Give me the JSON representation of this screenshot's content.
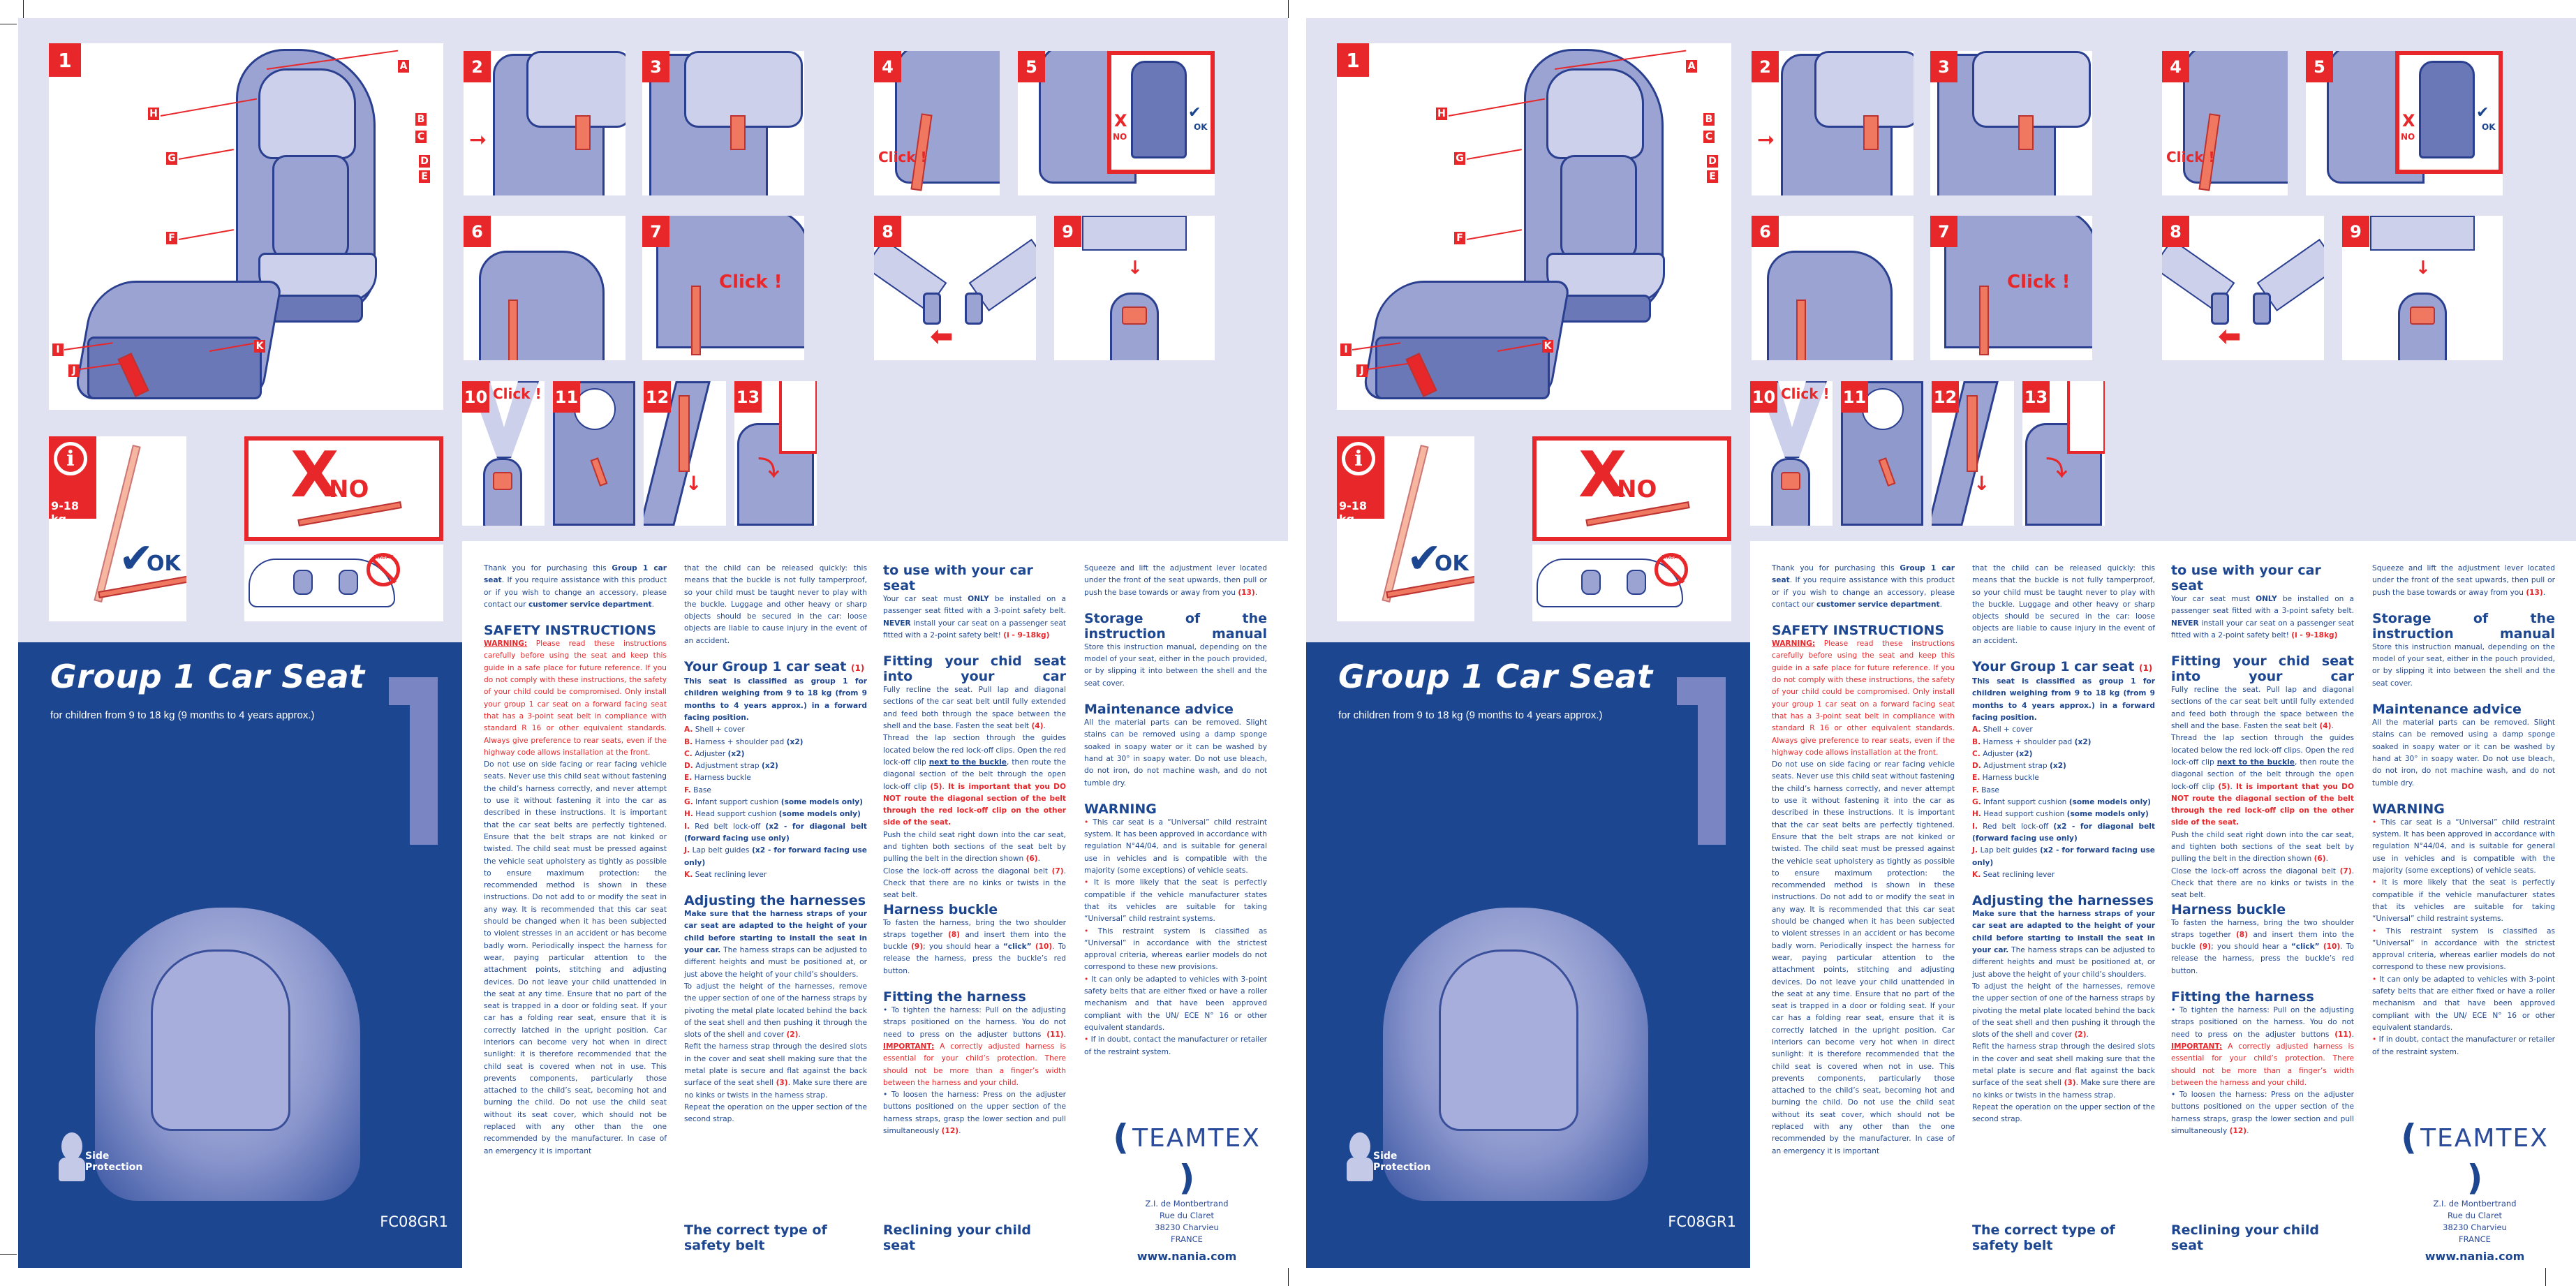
{
  "cover": {
    "title": "Group 1 Car Seat",
    "subtitle": "for children from 9 to 18 kg (9 months to 4 years approx.)",
    "big_number": "1",
    "side_protection_line1": "Side",
    "side_protection_line2": "Protection",
    "model_code": "FC08GR1"
  },
  "diagram": {
    "step1_number": "1",
    "part_labels": [
      "A",
      "B",
      "C",
      "D",
      "E",
      "F",
      "G",
      "H",
      "I",
      "J",
      "K"
    ],
    "info_icon": "i",
    "weight_range": "9-18 kg",
    "ok_label": "OK",
    "no_label": "NO",
    "airbag_label": "AIRBAG",
    "steps": [
      "2",
      "3",
      "4",
      "5",
      "6",
      "7",
      "8",
      "9",
      "10",
      "11",
      "12",
      "13"
    ],
    "click_label": "Click !",
    "step5_no": "NO",
    "step5_ok": "OK"
  },
  "col1": {
    "intro_pre": "Thank you for purchasing this ",
    "intro_bold1": "Group 1 car seat",
    "intro_mid": ". If you require assistance with this product or if you wish to change an accessory, please contact our ",
    "intro_bold2": "customer service department",
    "intro_end": ".",
    "safety_heading": "SAFETY INSTRUCTIONS",
    "warning_label": "WARNING:",
    "warning_text": " Please read these instructions carefully before using the seat and keep this guide in a safe place for future reference. If you do not comply with these instructions, the safety of your child could be compromised. Only install your group 1 car seat on a forward facing seat that has a 3-point seat belt in compliance with standard R 16 or other equivalent standards. Always give preference to rear seats, even if the highway code allows installation at the front.",
    "safety_body": "Do not use on side facing or rear facing vehicle seats. Never use this child seat without fastening the child’s harness correctly, and never attempt to use it without fastening it into the car as described in these instructions. It is important that the car seat belts are perfectly tightened. Ensure that the belt straps are not kinked or twisted. The child seat must be pressed against the vehicle seat upholstery as tightly as possible to ensure maximum protection: the recommended method is shown in these instructions. Do not add to or modify the seat in any way. It is recommended that this car seat should be changed when it has been subjected to violent stresses in an accident or has become badly worn. Periodically inspect the harness for wear, paying particular attention to the attachment points, stitching and adjusting devices. Do not leave your child unattended in the seat at any time. Ensure that no part of the seat is trapped in a door or folding seat. If your car has a folding rear seat, ensure that it is correctly latched in the upright position. Car interiors can become very hot when in direct sunlight: it is therefore recommended that the child seat is covered when not in use. This prevents components, particularly those attached to the child’s seat, becoming hot and burning the child. Do not use the child seat without its seat cover, which should not be replaced with any other than the one recommended by the manufacturer. In case of an emergency it is important"
  },
  "col2": {
    "continued": "that the child can be released quickly: this means that the buckle is not fully tamperproof, so your child must be taught never to play with the buckle. Luggage and other heavy or sharp objects should be secured in the car: loose objects are liable to cause injury in the event of an accident.",
    "your_seat_heading": "Your Group 1 car seat",
    "your_seat_ref": "(1)",
    "your_seat_lead": "This seat is classified as group 1 for children weighing from 9 to 18 kg (from 9 months to 4 years approx.) in a forward facing position.",
    "parts": [
      {
        "letter": "A.",
        "text": "Shell + cover",
        "extra": ""
      },
      {
        "letter": "B.",
        "text": "Harness + shoulder pad ",
        "extra": "(x2)"
      },
      {
        "letter": "C.",
        "text": "Adjuster ",
        "extra": "(x2)"
      },
      {
        "letter": "D.",
        "text": "Adjustment strap ",
        "extra": "(x2)"
      },
      {
        "letter": "E.",
        "text": "Harness buckle",
        "extra": ""
      },
      {
        "letter": "F.",
        "text": "Base",
        "extra": ""
      },
      {
        "letter": "G.",
        "text": "Infant support cushion ",
        "extra": "(some models only)"
      },
      {
        "letter": "H.",
        "text": "Head support cushion ",
        "extra": "(some models only)"
      },
      {
        "letter": "I.",
        "text": "Red belt lock-off ",
        "extra": "(x2 - for diagonal belt (forward facing use only)"
      },
      {
        "letter": "J.",
        "text": "Lap belt guides ",
        "extra": "(x2 - for forward facing use only)"
      },
      {
        "letter": "K.",
        "text": "Seat reclining lever",
        "extra": ""
      }
    ],
    "adjust_heading": "Adjusting the harnesses",
    "adjust_lead": "Make sure that the harness straps of your car seat are adapted to the height of your child before starting to install the seat in your car.",
    "adjust_p1": " The harness straps can be adjusted to different heights and must be positioned at, or just above the height of your child’s shoulders.",
    "adjust_p2": "To adjust the height of the harnesses, remove the upper section of one of the harness straps by pivoting the metal plate located behind the back of the seat shell and then pushing it through the slots of the shell and cover ",
    "adjust_ref2": "(2)",
    "adjust_p3": "Refit the harness strap through the desired slots in the cover and seat shell making sure that the metal plate is secure and flat against the back surface of the seat shell ",
    "adjust_ref3": "(3)",
    "adjust_p3b": ". Make sure there are no kinks or twists in the harness strap.",
    "adjust_p4": "Repeat the operation on the upper section of the second strap.",
    "belt_heading": "The correct type of safety belt"
  },
  "col3": {
    "belt_heading_cont": "to use with your car seat",
    "belt_p1a": "Your car seat must ",
    "belt_only": "ONLY",
    "belt_p1b": " be installed on a passenger seat fitted with a 3-point safety belt. ",
    "belt_never": "NEVER",
    "belt_p1c": " install your car seat on a passenger seat fitted with a 2-point safety belt! ",
    "belt_ref": "(i - 9-18kg)",
    "fitting_heading": "Fitting your chid seat into your car",
    "fit_p1": "Fully recline the seat. Pull lap and diagonal sections of the car seat belt until fully extended and feed both through the space between the shell and the base. Fasten the seat belt ",
    "fit_ref4": "(4)",
    "fit_p2a": "Thread the lap section through the guides located below the red lock-off clips. Open the red lock-off clip ",
    "fit_p2u": "next to the buckle",
    "fit_p2b": ", then route the diagonal section of the belt through the open lock-off clip ",
    "fit_ref5": "(5)",
    "fit_p2red": " It is important that you DO NOT route the diagonal section of the belt through the red lock-off clip on the other side of the seat.",
    "fit_p3": "Push the child seat right down into the car seat, and tighten both sections of the seat belt by pulling the belt in the direction shown ",
    "fit_ref6": "(6)",
    "fit_p4": "Close the lock-off across the diagonal belt ",
    "fit_ref7": "(7)",
    "fit_p4b": ". Check that there are no kinks or twists in the seat belt.",
    "buckle_heading": "Harness buckle",
    "buckle_p1": "To fasten the harness, bring the two shoulder straps together ",
    "buckle_ref8": "(8)",
    "buckle_p2": " and insert them into the buckle ",
    "buckle_ref9": "(9)",
    "buckle_p3": "; you should hear a ",
    "buckle_click": "“click”",
    "buckle_ref10": "(10)",
    "buckle_p4": ". To release the harness, press the buckle’s red button.",
    "fitharness_heading": "Fitting the harness",
    "fh_p1": "• To tighten the harness: Pull on the adjusting straps positioned on the harness. You do not need to press on the adjuster buttons ",
    "fh_ref11": "(11)",
    "fh_important": "IMPORTANT:",
    "fh_red": " A correctly adjusted harness is essential for your child’s protection. There should not be more than a finger’s width between the harness and your child.",
    "fh_p2": "• To loosen the harness: Press on the adjuster buttons positioned on the upper section of the harness straps, grasp the lower section and pull simultaneously ",
    "fh_ref12": "(12)",
    "recline_heading": "Reclining your child seat"
  },
  "col4": {
    "recline_p": "Squeeze and lift the adjustment lever located under the front of the seat upwards, then pull or push the base towards or away from you ",
    "recline_ref13": "(13)",
    "storage_heading": "Storage of the instruction manual",
    "storage_p": "Store this instruction manual, depending on the model of your seat, either in the pouch provided, or by slipping it into between the shell and the seat cover.",
    "maint_heading": "Maintenance advice",
    "maint_p": "All the material parts can be removed. Slight stains can be removed using a damp sponge soaked in soapy water or it can be washed by hand at 30° in soapy water. Do not use bleach, do not iron, do not machine wash, and do not tumble dry.",
    "warn_heading": "WARNING",
    "warn_items": [
      "This car seat is a “Universal” child restraint system. It has been approved in accordance with regulation N°44/04, and is suitable for general use in vehicles and is compatible with the majority (some exceptions) of vehicle seats.",
      "It is more likely that the seat is perfectly compatible if the vehicle manufacturer states that its vehicles are suitable for taking “Universal” child restraint systems.",
      "This restraint system is classified as “Universal” in accordance with the strictest approval criteria, whereas earlier models do not correspond to these new provisions.",
      "It can only be adapted to vehicles with 3-point safety belts that are either fixed or have a roller mechanism and that have been approved compliant with the UN/ ECE N° 16 or other equivalent standards.",
      "If in doubt, contact the manufacturer or retailer of the restraint system."
    ],
    "bullet": "•"
  },
  "brand": {
    "logo": "TEAMTEX",
    "paren_open": "(",
    "paren_close": ")",
    "address": [
      "Z.I. de Montbertrand",
      "Rue du Claret",
      "38230 Charvieu",
      "FRANCE"
    ],
    "url": "www.nania.com"
  },
  "colors": {
    "brand_blue": "#1d4690",
    "accent_red": "#e8272a",
    "background_lavender": "#e0e2f1",
    "illustration_blue": "#9aa3d1"
  }
}
